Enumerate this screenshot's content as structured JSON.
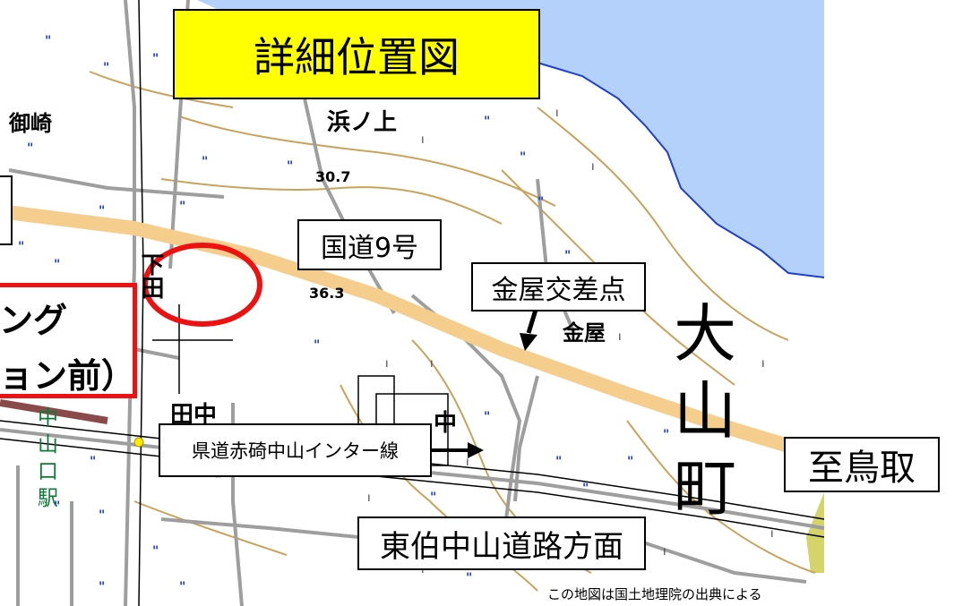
{
  "map": {
    "title": "詳細位置図",
    "roads": {
      "national_route": "国道9号",
      "prefectural_road": "県道赤碕中山インター線",
      "bypass_direction": "東伯中山道路方面",
      "destination": "至鳥取"
    },
    "intersection": "金屋交差点",
    "town": "大山町",
    "town_chars": [
      "大",
      "山",
      "町"
    ],
    "station": "中山口駅",
    "station_chars": [
      "中",
      "山",
      "口",
      "駅"
    ],
    "parking_label_line1": "ング",
    "parking_label_line2": "ョン前）",
    "place_names": {
      "hamanoue": "浜ノ上",
      "misaki": "御崎",
      "kanaya": "金屋",
      "shimoda": "下田",
      "tanaka": "田中",
      "naka": "中"
    },
    "elevations": [
      "30.7",
      "36.3"
    ],
    "credit": "この地図は国土地理院の出典による",
    "colors": {
      "sea": "#b3d1fb",
      "coast_line": "#1a3fd6",
      "land": "#ffffff",
      "road_grey": "#9e9e9e",
      "route9": "#f5ce8e",
      "contour": "#c9a35a",
      "title_bg": "#ffff00",
      "marker_red": "#ee1111",
      "rail_green": "#0e7a3a",
      "platform_brown": "#8a4a4a",
      "vegetation_green": "#1f3fcf"
    },
    "icons": [
      "arrow-down-icon",
      "arrow-right-icon",
      "station-marker-icon",
      "highlight-circle-icon"
    ]
  }
}
